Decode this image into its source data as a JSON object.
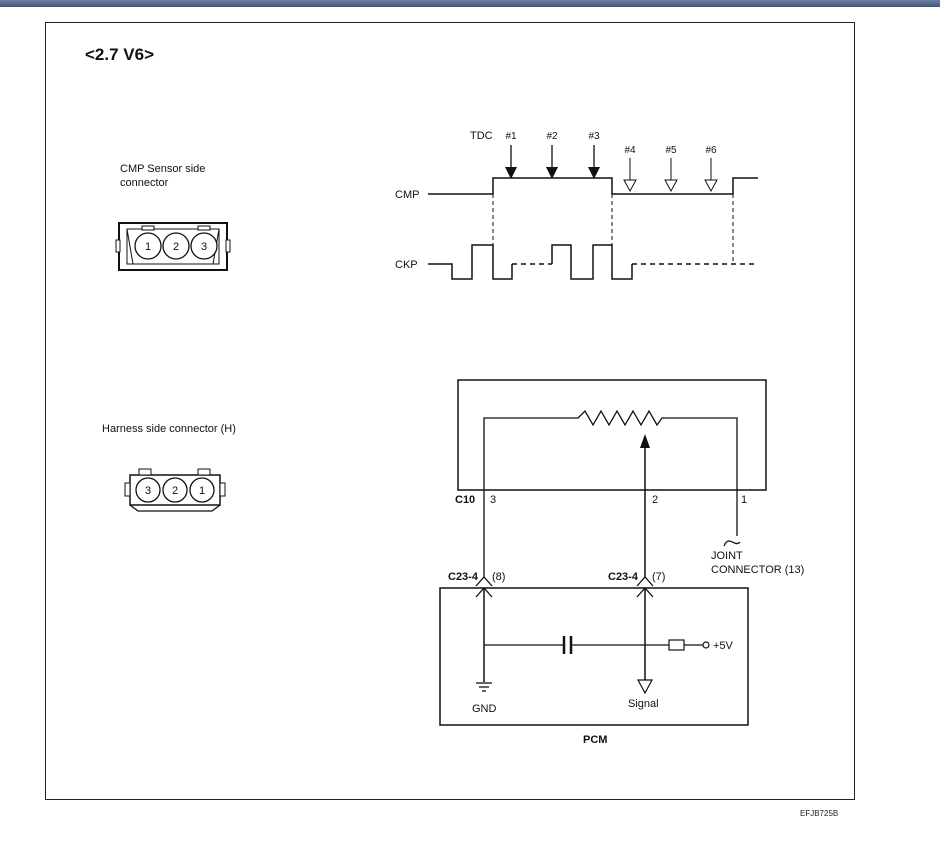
{
  "header": {
    "title": "<2.7 V6>"
  },
  "cmp_connector": {
    "label_line1": "CMP Sensor side",
    "label_line2": "connector",
    "pins": [
      "1",
      "2",
      "3"
    ]
  },
  "harness_connector": {
    "label": "Harness side connector (H)",
    "pins": [
      "3",
      "2",
      "1"
    ]
  },
  "waveform": {
    "tdc_label": "TDC",
    "cylinders_solid": [
      "#1",
      "#2",
      "#3"
    ],
    "cylinders_hollow": [
      "#4",
      "#5",
      "#6"
    ],
    "cmp_label": "CMP",
    "ckp_label": "CKP"
  },
  "circuit": {
    "sensor_connector": "C10",
    "sensor_pins": [
      "3",
      "2",
      "1"
    ],
    "joint_line1": "JOINT",
    "joint_line2": "CONNECTOR (13)",
    "pcm_conn_left": "C23-4",
    "pcm_pin_left": "(8)",
    "pcm_conn_right": "C23-4",
    "pcm_pin_right": "(7)",
    "supply": "+5V",
    "gnd": "GND",
    "signal": "Signal",
    "pcm": "PCM"
  },
  "footer": {
    "code": "EFJB725B"
  }
}
